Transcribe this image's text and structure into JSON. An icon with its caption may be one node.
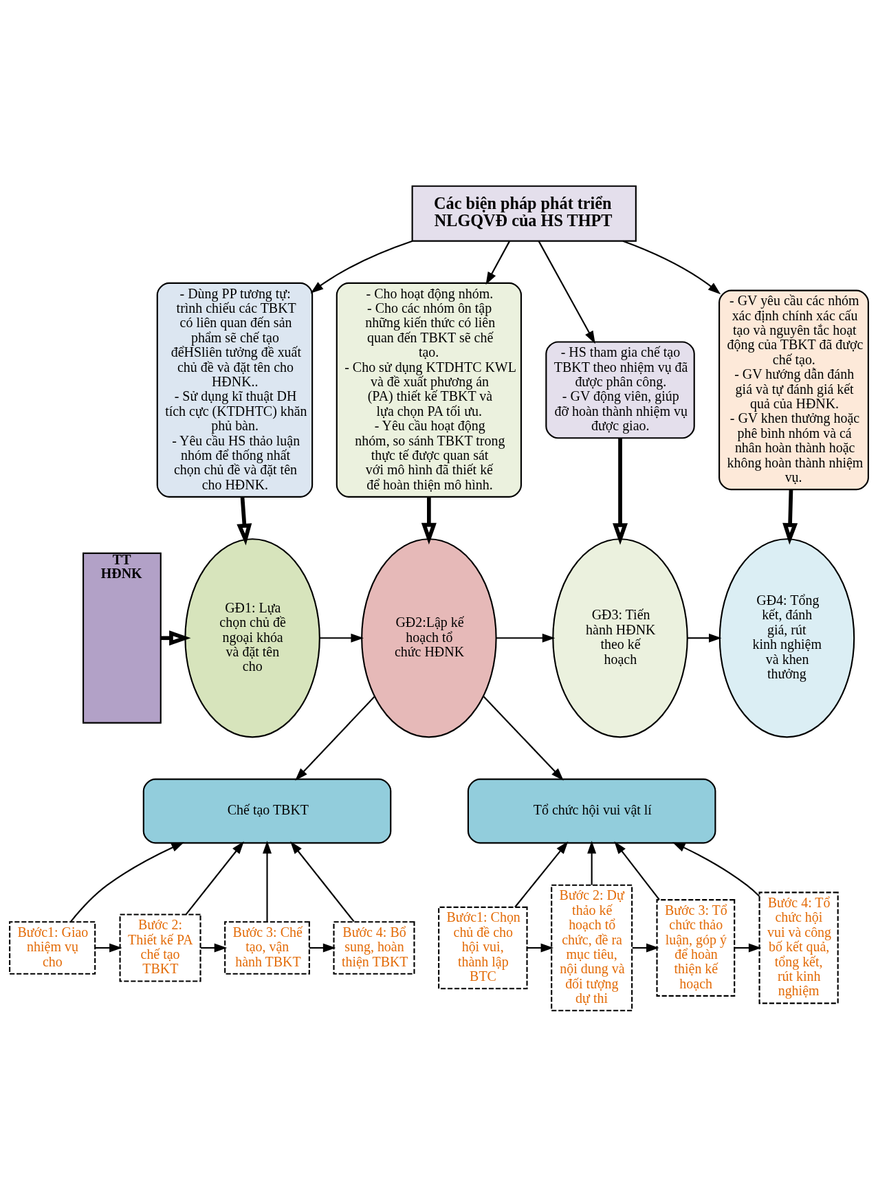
{
  "diagram": {
    "nodes": [
      {
        "text": [
          "Các biện pháp phát triển NLGQVĐ của HS THPT"
        ]
      },
      {
        "text": [
          "- Dùng PP tương tự: trình chiếu các TBKT có liên quan đến sản phẩm sẽ chế tạo đểHSliên tưởng đề xuất chủ đề và đặt tên cho HĐNK..",
          "- Sử dụng kĩ thuật DH tích cực (KTDHTC) khăn phủ bàn.",
          "- Yêu cầu HS thảo luận nhóm để thống nhất chọn chủ đề và đặt tên cho HĐNK."
        ]
      },
      {
        "text": [
          "- Cho hoạt động nhóm.",
          "- Cho các nhóm ôn tập những kiến thức có liên quan đến TBKT sẽ chế tạo.",
          "- Cho sử dụng KTDHTC KWL và đề xuất phương án (PA) thiết kế TBKT và lựa chọn PA tối ưu.",
          "- Yêu cầu hoạt động nhóm, so sánh TBKT trong thực tế được quan sát với mô hình đã thiết kế để hoàn thiện mô hình."
        ]
      },
      {
        "text": [
          "- HS tham gia chế tạo TBKT theo nhiệm vụ đã được phân công.",
          "- GV động viên, giúp đỡ hoàn thành nhiệm vụ được giao."
        ]
      },
      {
        "text": [
          "- GV yêu cầu các nhóm xác định chính xác cấu tạo và nguyên tắc hoạt động của TBKT đã được chế tạo.",
          "- GV hướng dẫn đánh giá và tự đánh giá kết quả của HĐNK.",
          "- GV khen thưởng hoặc phê bình nhóm và cá nhân hoàn thành hoặc không hoàn thành nhiệm vụ."
        ]
      },
      {
        "text": [
          "TT HĐNK"
        ]
      },
      {
        "text": [
          "GĐ1: Lựa chọn chủ đề ngoại khóa và đặt tên cho"
        ]
      },
      {
        "text": [
          "GĐ2:Lập kế hoạch tổ chức HĐNK"
        ]
      },
      {
        "text": [
          "GĐ3: Tiến hành HĐNK theo kế hoạch"
        ]
      },
      {
        "text": [
          "GĐ4: Tổng kết, đánh giá, rút kinh nghiệm và khen thưởng"
        ]
      },
      {
        "text": [
          "Chế tạo TBKT"
        ]
      },
      {
        "text": [
          "Tổ chức hội vui vật lí"
        ]
      },
      {
        "text": [
          "Bước1: Giao nhiệm vụ cho"
        ]
      },
      {
        "text": [
          "Bước 2: Thiết kế PA chế tạo TBKT"
        ]
      },
      {
        "text": [
          "Bước 3: Chế tạo, vận hành TBKT"
        ]
      },
      {
        "text": [
          "Bước 4: Bổ sung, hoàn thiện TBKT"
        ]
      },
      {
        "text": [
          "Bước1: Chọn chủ đề cho hội vui, thành lập BTC"
        ]
      },
      {
        "text": [
          "Bước 2: Dự thảo kế hoạch tổ chức, đề ra mục tiêu, nội dung và đối tượng dự thi"
        ]
      },
      {
        "text": [
          "Bước 3: Tổ chức thảo luận, góp ý để hoàn thiện kế hoạch"
        ]
      },
      {
        "text": [
          "Bước 4: Tổ chức hội vui và công bố kết quả, tổng kết, rút kinh nghiệm"
        ]
      }
    ],
    "edges": [
      {
        "from": 0,
        "to": 1,
        "arrow": "to"
      },
      {
        "from": 0,
        "to": 2,
        "arrow": "to"
      },
      {
        "from": 0,
        "to": 3,
        "arrow": "to"
      },
      {
        "from": 0,
        "to": 4,
        "arrow": "to"
      },
      {
        "from": 1,
        "to": 6,
        "arrow": "to",
        "style": "thick"
      },
      {
        "from": 2,
        "to": 7,
        "arrow": "to",
        "style": "thick"
      },
      {
        "from": 3,
        "to": 8,
        "arrow": "to",
        "style": "thick"
      },
      {
        "from": 4,
        "to": 9,
        "arrow": "to",
        "style": "thick"
      },
      {
        "from": 5,
        "to": 6,
        "arrow": "to",
        "style": "thick"
      },
      {
        "from": 6,
        "to": 7,
        "arrow": "to"
      },
      {
        "from": 7,
        "to": 8,
        "arrow": "to"
      },
      {
        "from": 8,
        "to": 9,
        "arrow": "to"
      },
      {
        "from": 7,
        "to": 10,
        "arrow": "to"
      },
      {
        "from": 7,
        "to": 11,
        "arrow": "to"
      },
      {
        "from": 12,
        "to": 10,
        "arrow": "to"
      },
      {
        "from": 13,
        "to": 10,
        "arrow": "to"
      },
      {
        "from": 14,
        "to": 10,
        "arrow": "to"
      },
      {
        "from": 15,
        "to": 10,
        "arrow": "to"
      },
      {
        "from": 16,
        "to": 11,
        "arrow": "to"
      },
      {
        "from": 17,
        "to": 11,
        "arrow": "to"
      },
      {
        "from": 18,
        "to": 11,
        "arrow": "to"
      },
      {
        "from": 19,
        "to": 11,
        "arrow": "to"
      },
      {
        "from": 12,
        "to": 13,
        "arrow": "to"
      },
      {
        "from": 13,
        "to": 14,
        "arrow": "to"
      },
      {
        "from": 14,
        "to": 15,
        "arrow": "to"
      },
      {
        "from": 16,
        "to": 17,
        "arrow": "to"
      },
      {
        "from": 17,
        "to": 18,
        "arrow": "to"
      },
      {
        "from": 18,
        "to": 19,
        "arrow": "to"
      }
    ]
  }
}
